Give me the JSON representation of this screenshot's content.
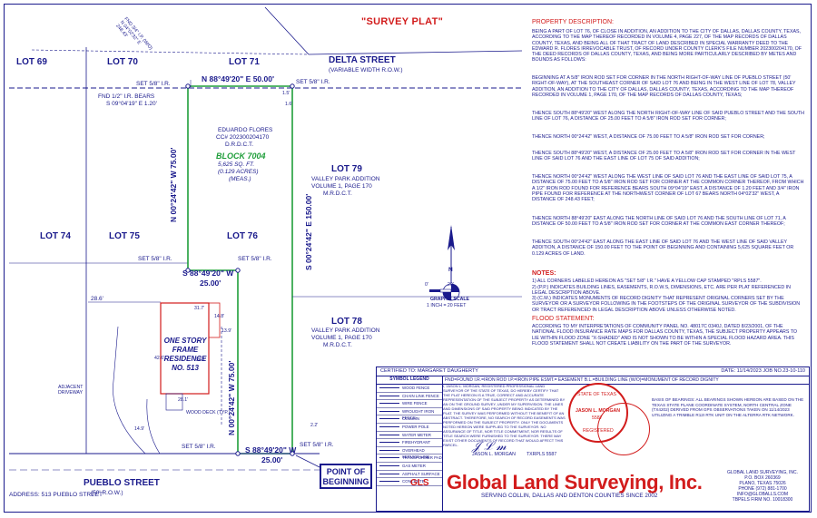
{
  "title": "\"SURVEY PLAT\"",
  "lots": {
    "lot69": "LOT 69",
    "lot70": "LOT 70",
    "lot71": "LOT 71",
    "lot74": "LOT 74",
    "lot75": "LOT 75",
    "lot76": "LOT 76",
    "lot79": "LOT 79",
    "lot78": "LOT 78"
  },
  "streets": {
    "delta": "DELTA STREET",
    "delta_sub": "(VARIABLE WIDTH R.O.W.)",
    "pueblo": "PUEBLO STREET",
    "pueblo_sub": "(50' R.O.W.)"
  },
  "calls": {
    "north": "N 88°49'20\" E 50.00'",
    "west_top": "N 00°24'42\" W 75.00'",
    "east": "S 00°24'42\" E 150.00'",
    "mid": "S 88°49'20\" W",
    "mid_dist": "25.00'",
    "west_bot": "N 00°24'42\" W 75.00'",
    "south": "S 88°49'20\" W",
    "south_dist": "25.00'"
  },
  "monuments": {
    "set1": "SET 5/8\" I.R.",
    "set2": "SET 5/8\" I.R.",
    "set3": "SET 5/8\" I.R.",
    "set4": "SET 5/8\" I.R.",
    "set5": "SET 5/8\" I.R.",
    "set6": "SET 5/8\" I.R.",
    "fnd": "FND 1/2\" I.R. BEARS",
    "fnd2": "S 09°04'19\" E 1.20'",
    "fnd_nw": "FND 3/4\" I.P. (W/O) N 04°02'32\" E 248.43'"
  },
  "owner": [
    "EDUARDO FLORES",
    "CC# 202300204170",
    "D.R.D.C.T."
  ],
  "block": {
    "name": "BLOCK 7004",
    "area1": "5,625 SQ. FT.",
    "area2": "(0.129 ACRES)",
    "area3": "(MEAS.)"
  },
  "valley1": [
    "VALLEY PARK ADDITION",
    "VOLUME 1, PAGE 170",
    "M.R.D.C.T."
  ],
  "valley2": [
    "VALLEY PARK ADDITION",
    "VOLUME 1, PAGE 170",
    "M.R.D.C.T."
  ],
  "residence": [
    "ONE STORY",
    "FRAME",
    "RESIDENCE",
    "NO. 513"
  ],
  "dims": {
    "d286": "28.6'",
    "d317": "31.7'",
    "d139": "13.9'",
    "d148": "14.8'",
    "d426": "42.6'",
    "d281": "28.1'",
    "d149": "14.9'",
    "d22": "2.2'",
    "d15": "1.5'",
    "d16": "1.6'",
    "d281b": "28.1'"
  },
  "wood_deck": "WOOD DECK (TYP.)",
  "adj_driveway": "ADJACENT DRIVEWAY",
  "pob": [
    "POINT OF",
    "BEGINNING"
  ],
  "address": "ADDRESS: 513 PUEBLO STREET",
  "scale": {
    "zero": "0'",
    "twenty": "20'",
    "label": "GRAPHIC SCALE",
    "ratio": "1 INCH = 20 FEET"
  },
  "north_letter": "N",
  "description": {
    "heading": "PROPERTY DESCRIPTION:",
    "paras": [
      "BEING A PART OF LOT 76, OF CLOSE IN ADDITION, AN ADDITION TO THE CITY OF DALLAS, DALLAS COUNTY, TEXAS, ACCORDING TO THE MAP THEREOF RECORDED IN VOLUME 4, PAGE 227, OF THE MAP RECORDS OF DALLAS COUNTY, TEXAS, AND BEING ALL OF THAT TRACT OF LAND DESCRIBED IN SPECIAL WARRANTY DEED TO THE EDWARD R. FLORES IRREVOCABLE TRUST, OF RECORD UNDER COUNTY CLERK'S FILE NUMBER 202300204170, OF THE DEED RECORDS OF DALLAS COUNTY, TEXAS, AND BEING MORE PARTICULARLY DESCRIBED BY METES AND BOUNDS AS FOLLOWS:",
      "BEGINNING AT A 5/8\" IRON ROD SET FOR CORNER IN THE NORTH RIGHT-OF-WAY LINE OF PUEBLO STREET (50' RIGHT-OF-WAY), AT THE SOUTHEAST CORNER OF SAID LOT 76 AND BEING IN THE WEST LINE OF LOT 78, VALLEY ADDITION, AN ADDITION TO THE CITY OF DALLAS, DALLAS COUNTY, TEXAS, ACCORDING TO THE MAP THEREOF RECORDED IN VOLUME 1, PAGE 170, OF THE MAP RECORDS OF DALLAS COUNTY, TEXAS;",
      "THENCE SOUTH 88°49'20\" WEST ALONG THE NORTH RIGHT-OF-WAY LINE OF SAID PUEBLO STREET AND THE SOUTH LINE OF LOT 76, A DISTANCE OF 25.00 FEET TO A 5/8\" IRON ROD SET FOR CORNER;",
      "THENCE NORTH 00°24'42\" WEST, A DISTANCE OF 75.00 FEET TO A 5/8\" IRON ROD SET FOR CORNER;",
      "THENCE SOUTH 88°49'20\" WEST, A DISTANCE OF 25.00 FEET TO A 5/8\" IRON ROD SET FOR CORNER IN THE WEST LINE OF SAID LOT 76 AND THE EAST LINE OF LOT 75 OF SAID ADDITION;",
      "THENCE NORTH 00°24'42\" WEST ALONG THE WEST LINE OF SAID LOT 76 AND THE EAST LINE OF SAID LOT 75, A DISTANCE OF 75.00 FEET TO A 5/8\" IRON ROD SET FOR CORNER AT THE COMMON CORNER THEREOF, FROM WHICH A 1/2\" IRON ROD FOUND FOR REFERENCE BEARS SOUTH 09°04'19\" EAST, A DISTANCE OF 1.20 FEET AND 3/4\" IRON PIPE FOUND FOR REFERENCE AT THE NORTHWEST CORNER OF LOT 67 BEARS NORTH 04°02'32\" WEST, A DISTANCE OF 248.43 FEET;",
      "THENCE NORTH 88°49'20\" EAST ALONG THE NORTH LINE OF SAID LOT 76 AND THE SOUTH LINE OF LOT 71, A DISTANCE OF 50.00 FEET TO A 5/8\" IRON ROD SET FOR CORNER AT THE COMMON EAST CORNER THEREOF;",
      "THENCE SOUTH 00°24'42\" EAST ALONG THE EAST LINE OF SAID LOT 76 AND THE WEST LINE OF SAID VALLEY ADDITION, A DISTANCE OF 150.00 FEET TO THE POINT OF BEGINNING AND CONTAINING 5,625 SQUARE FEET OR 0.129 ACRES OF LAND."
    ]
  },
  "notes": {
    "heading": "NOTES:",
    "items": [
      "1) ALL CORNERS LABELED HEREON AS \"SET 5/8\" I.R.\" HAVE A YELLOW CAP STAMPED \"RPLS 5587\".",
      "2) (P.P.) INDICATES BUILDING LINES, EASEMENTS, R.O.W.S, DIMENSIONS, ETC. ARE PER PLAT REFERENCED IN LEGAL DESCRIPTION ABOVE.",
      "3) (C.M.) INDICATES MONUMENTS OF RECORD DIGNITY THAT REPRESENT ORIGINAL CORNERS SET BY THE SURVEYOR OR A SURVEYOR FOLLOWING IN THE FOOTSTEPS OF THE ORIGINAL SURVEYOR OF THE SUBDIVISION OR TRACT REFERENCED IN LEGAL DESCRIPTION ABOVE UNLESS OTHERWISE NOTED."
    ]
  },
  "flood": {
    "heading": "FLOOD STATEMENT:",
    "text": "ACCORDING TO MY INTERPRETATIONS OF COMMUNITY PANEL NO. 48017C 0340J, DATED 8/23/2001, OF THE NATIONAL FLOOD INSURANCE RATE MAPS FOR DALLAS COUNTY, TEXAS, THE SUBJECT PROPERTY APPEARS TO LIE WITHIN FLOOD ZONE \"X-SHADED\" AND IS NOT SHOWN TO BE WITHIN A SPECIAL FLOOD HAZARD AREA. THIS FLOOD STATEMENT SHALL NOT CREATE LIABILITY ON THE PART OF THE SURVEYOR."
  },
  "titleblock": {
    "certified": "CERTIFIED TO:  MARGARET DAUGHERTY",
    "date": "DATE: 11/14/2023 JOB NO.23-10-110",
    "abbrev": "FND=FOUND   I.R.=IRON ROD   I.P.=IRON PIPE   ESMT.= EASEMENT  B.L.=BUILDING LINE   (W/O)=MONUMENT OF RECORD DIGNITY",
    "legend_title": "SYMBOL LEGEND",
    "legend": [
      "WOOD FENCE",
      "CHAIN LINK FENCE",
      "WIRE FENCE",
      "WROUGHT IRON FENCE",
      "COLUMN",
      "POWER POLE",
      "WATER METER",
      "FIREHYDRANT",
      "OVERHEAD SERVICE LINE",
      "TRANSFORMER PAD",
      "GAS METER",
      "ASPHALT SURFACE",
      "CONCRETE"
    ],
    "cert_text": "I, JASON L. MORGAN, REGISTERED PROFESSIONAL LAND SURVEYOR OF THE STATE OF TEXAS, DO HEREBY CERTIFY THAT THE PLAT HEREON IS A TRUE, CORRECT AND ACCURATE REPRESENTATION OF THE SUBJECT PROPERTY AS DETERMINED BY AN ON THE GROUND SURVEY, UNDER MY SUPERVISION. THE LINES AND DIMENSIONS OF SAID PROPERTY BEING INDICATED BY THE PLAT. THE SURVEY WAS PERFORMED WITHOUT THE BENEFIT OF AN ABSTRACT. THEREFORE, NO SEARCH OF RECORD EASEMENTS WAS PERFORMED ON THE SUBJECT PROPERTY. ONLY THE DOCUMENTS NOTED HEREON WERE SUPPLIED TO THE SURVEYOR. NO ASSURANCE OF TITLE, NOR TITLE COMMITMENT, NOR RESULTS OF TITLE SEARCH WERE FURNISHED TO THE SURVEYOR. THERE MAY EXIST OTHER DOCUMENTS OF RECORD THAT WOULD AFFECT THIS PARCEL.",
    "surveyor": "JASON L. MORGAN",
    "rpls": "TXRPLS 5587",
    "seal1": [
      "STATE OF TEXAS",
      "JASON L. MORGAN",
      "5587",
      "REGISTERED"
    ],
    "bases": "BASIS OF BEARINGS:\nALL BEARINGS SHOWN HEREON ARE BASED ON THE TEXAS STATE PLANE COORDINATE SYSTEM, NORTH CENTRAL ZONE (TX4202) DERIVED FROM GPS OBSERVATIONS TAKEN ON 11/14/2023 UTILIZING A TRIMBLE R12I RTK UNIT ON THE ALTERRA RTK NETWORK.",
    "company": "Global Land Surveying, Inc.",
    "serving": "SERVING COLLIN, DALLAS AND DENTON COUNTIES SINCE 2002",
    "cinfo": [
      "GLOBAL LAND SURVEYING, INC.",
      "P.O. BOX 260369",
      "PLANO, TEXAS 75026",
      "PHONE (972) 881-1700",
      "INFO@GLOBALLS.COM",
      "TBPELS FIRM NO. 10018300"
    ],
    "logo_letters": "GLS"
  }
}
